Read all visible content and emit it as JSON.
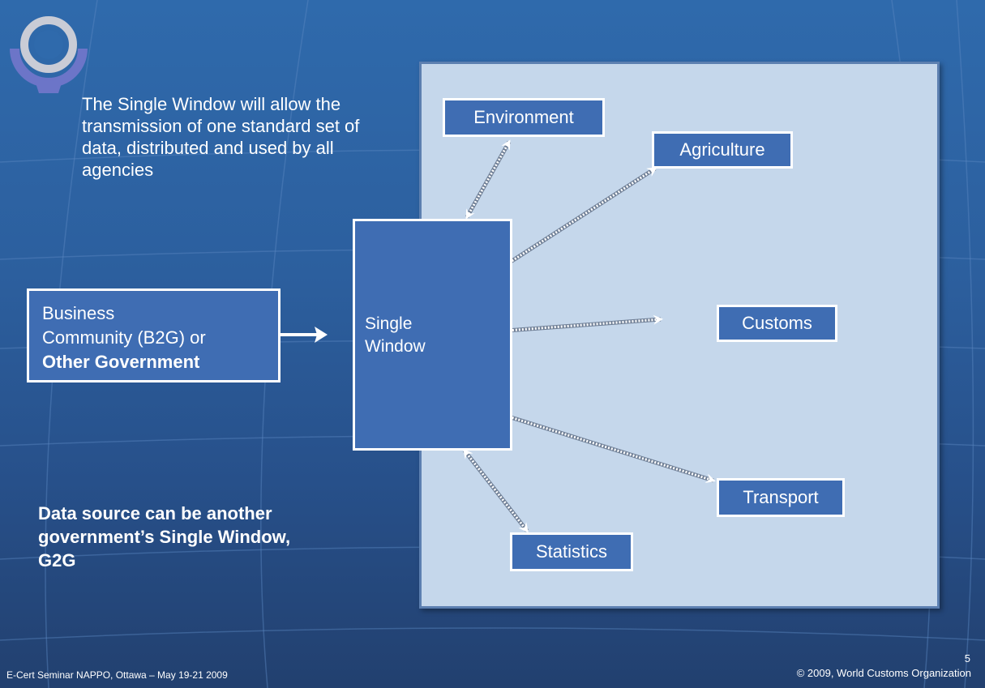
{
  "intro_text": "The Single Window will allow the transmission  of one standard set of data, distributed and used by all agencies",
  "single_window": "Single Window",
  "business": {
    "line1": "Business",
    "line2": "Community (B2G) or",
    "line3": "Other Government"
  },
  "agencies": {
    "environment": "Environment",
    "agriculture": "Agriculture",
    "customs": "Customs",
    "transport": "Transport",
    "statistics": "Statistics"
  },
  "data_source": "Data source can be another government’s Single Window, G2G",
  "footer": {
    "left": "E-Cert Seminar NAPPO, Ottawa – May 19-21 2009",
    "right": "© 2009, World Customs Organization",
    "page": "5"
  },
  "colors": {
    "background": "#2c5f9e",
    "panel": "#c5d7eb",
    "box_fill": "#3f6db3",
    "box_border": "#ffffff"
  }
}
